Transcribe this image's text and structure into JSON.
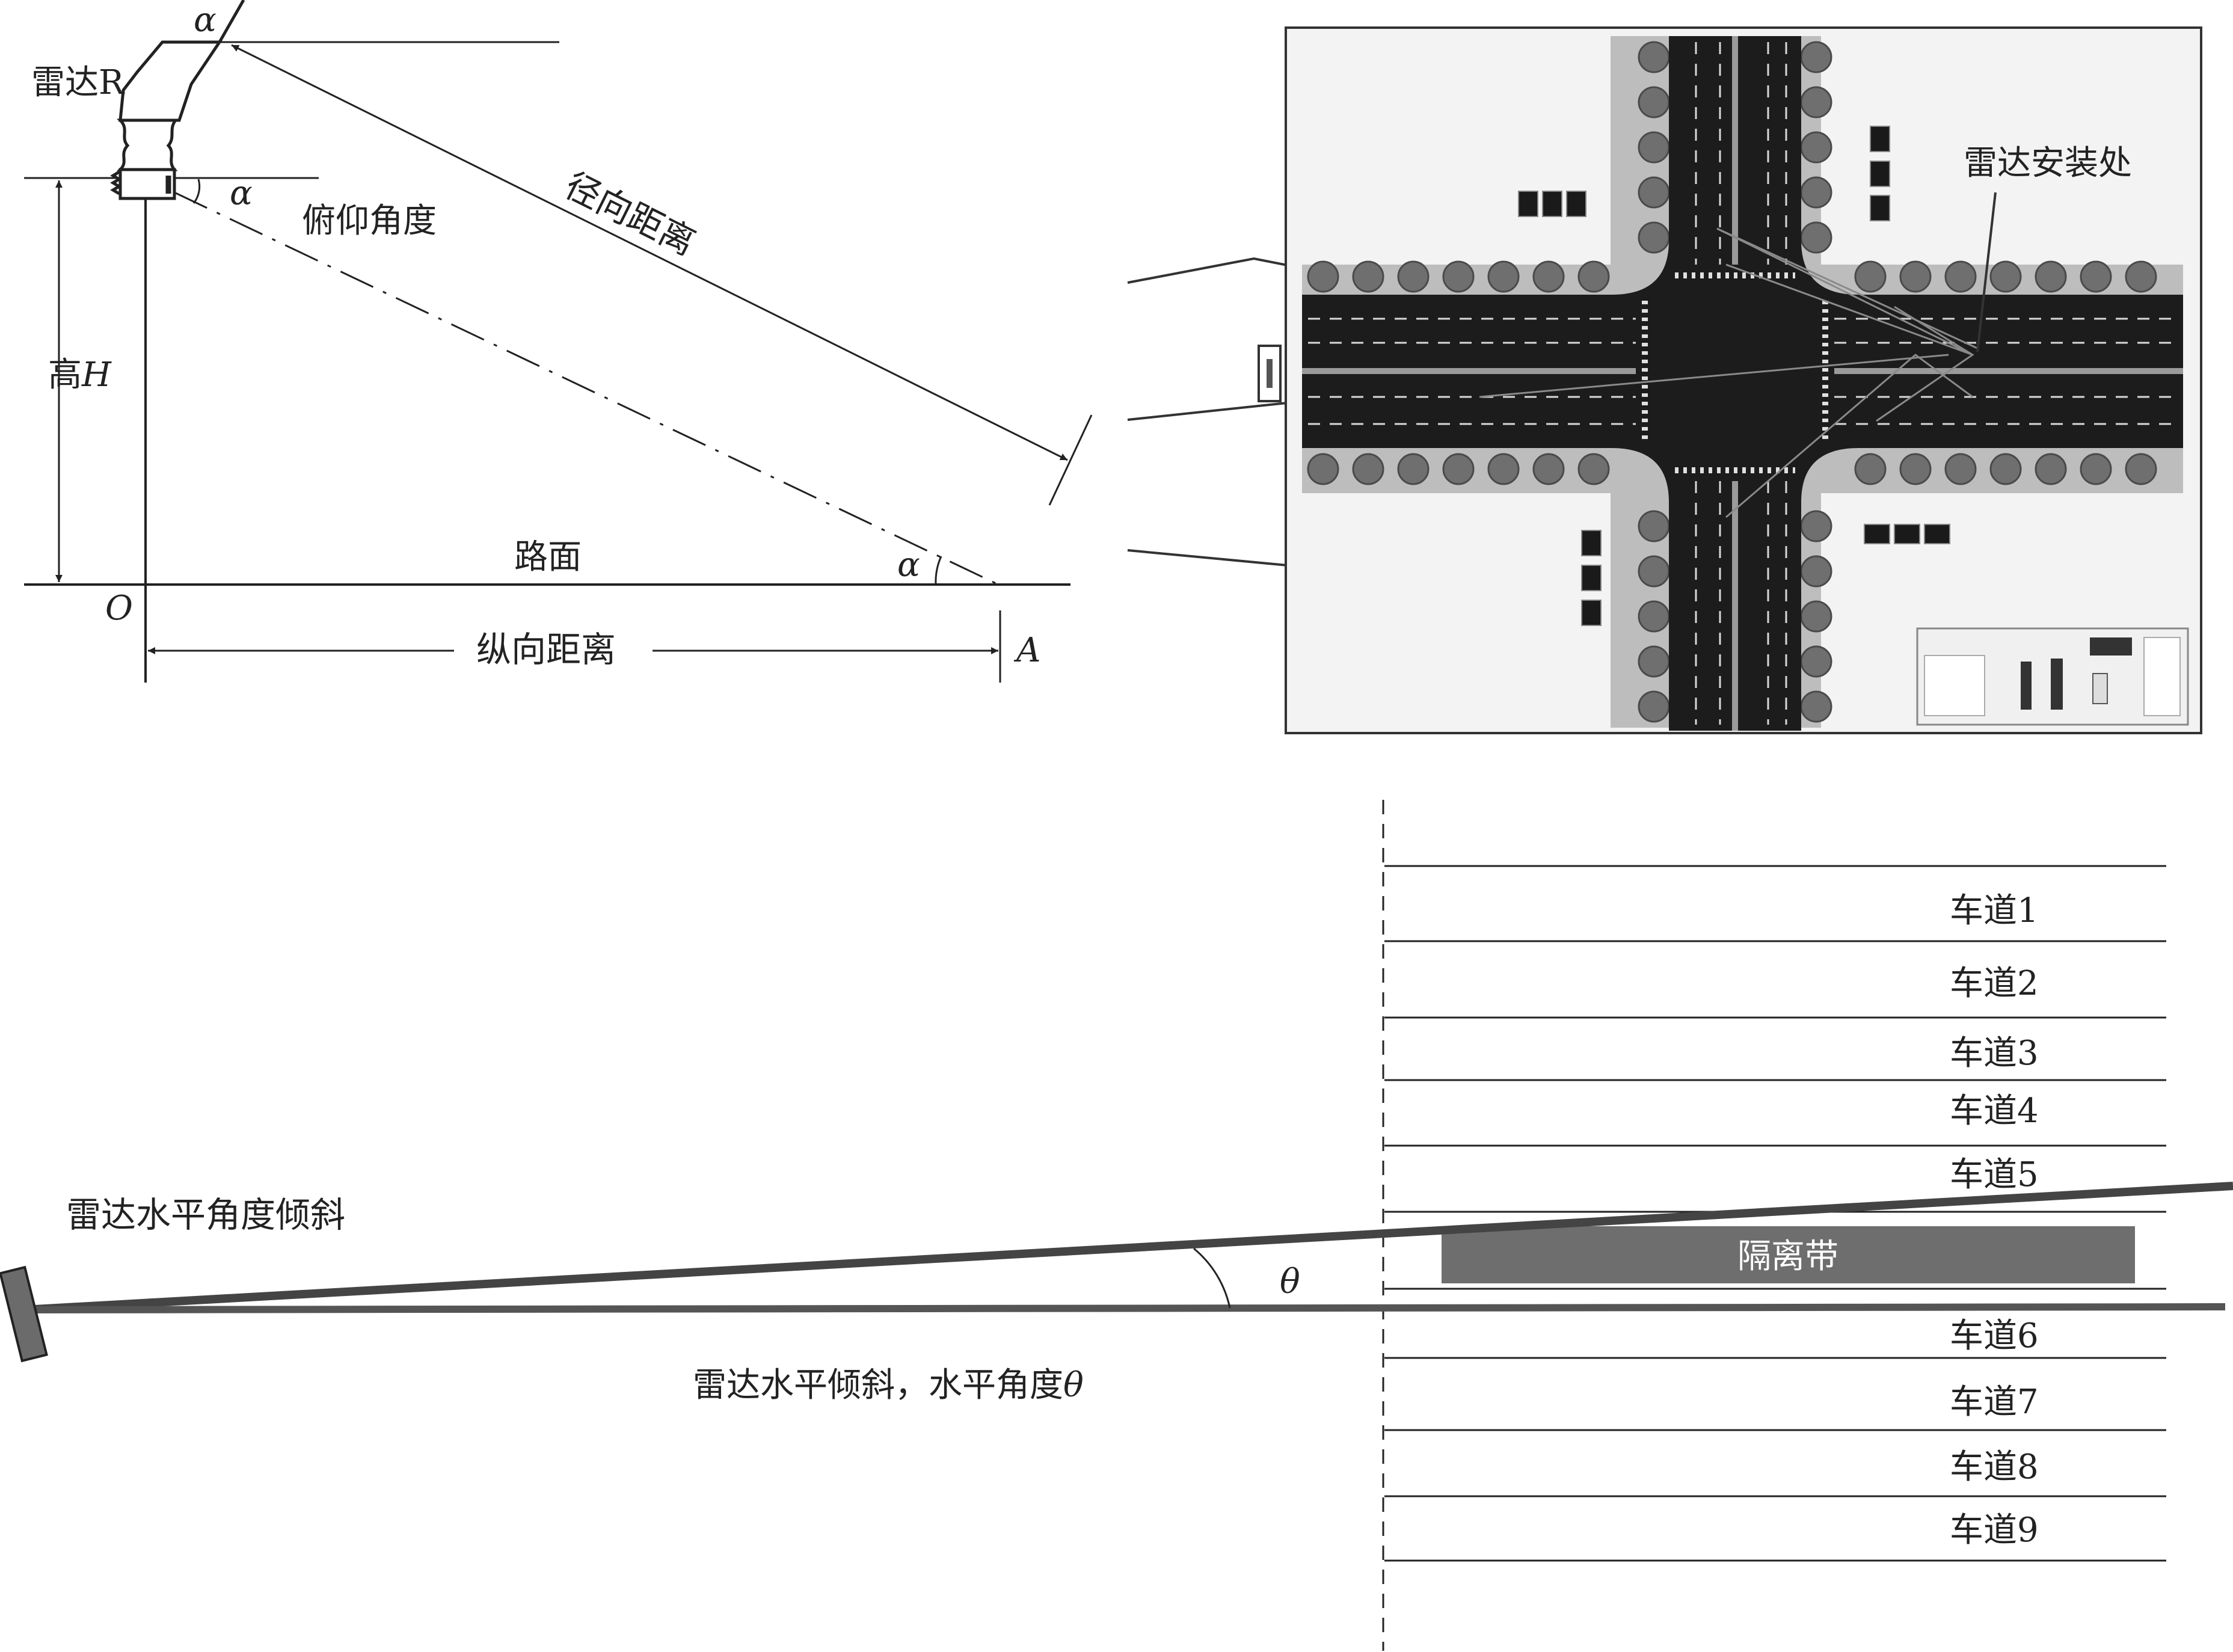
{
  "pitch": {
    "radar_label": "雷达R",
    "alpha_symbol": "α",
    "pitch_angle_label": "俯仰角度",
    "radial_distance_label": "径向距离",
    "height_label": "高",
    "height_symbol": "H",
    "road_surface_label": "路面",
    "origin_label": "O",
    "point_a_label": "A",
    "longitudinal_distance_label": "纵向距离"
  },
  "intersection": {
    "install_location_label": "雷达安装处"
  },
  "tilt": {
    "tilt_title": "雷达水平角度倾斜",
    "tilt_caption_prefix": "雷达水平倾斜，水平角度",
    "theta_symbol": "θ",
    "median_label": "隔离带",
    "lanes": [
      "车道1",
      "车道2",
      "车道3",
      "车道4",
      "车道5",
      "车道6",
      "车道7",
      "车道8",
      "车道9"
    ]
  },
  "colors": {
    "line": "#222222",
    "road": "#1c1c1c",
    "tree": "#6f6f6f",
    "median": "#6e6e6e",
    "beam": "#444444",
    "frame": "#333333"
  }
}
